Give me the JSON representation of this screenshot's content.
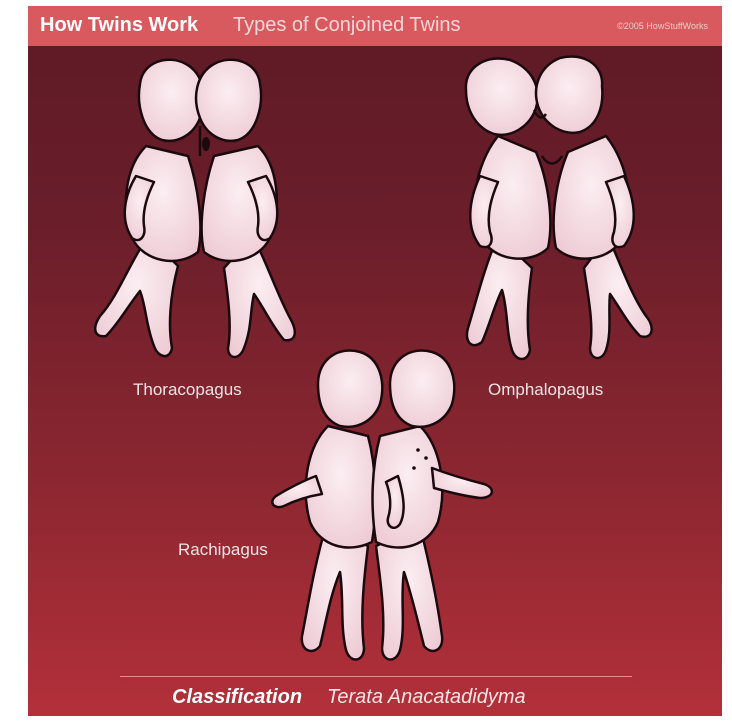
{
  "header": {
    "title_bold": "How Twins Work",
    "title_rest": "Types of Conjoined Twins",
    "copyright": "©2005 HowStuffWorks"
  },
  "figures": [
    {
      "label": "Thoracopagus",
      "icon": "thoracopagus-twins-illustration"
    },
    {
      "label": "Omphalopagus",
      "icon": "omphalopagus-twins-illustration"
    },
    {
      "label": "Rachipagus",
      "icon": "rachipagus-twins-illustration"
    }
  ],
  "footer": {
    "bold": "Classification",
    "rest": "Terata Anacatadidyma"
  },
  "colors": {
    "header_band": "#d95a5e",
    "background_top": "#5d1a26",
    "background_bottom": "#b3303a",
    "skin": "#f5dde4",
    "outline": "#1a0a0e"
  }
}
